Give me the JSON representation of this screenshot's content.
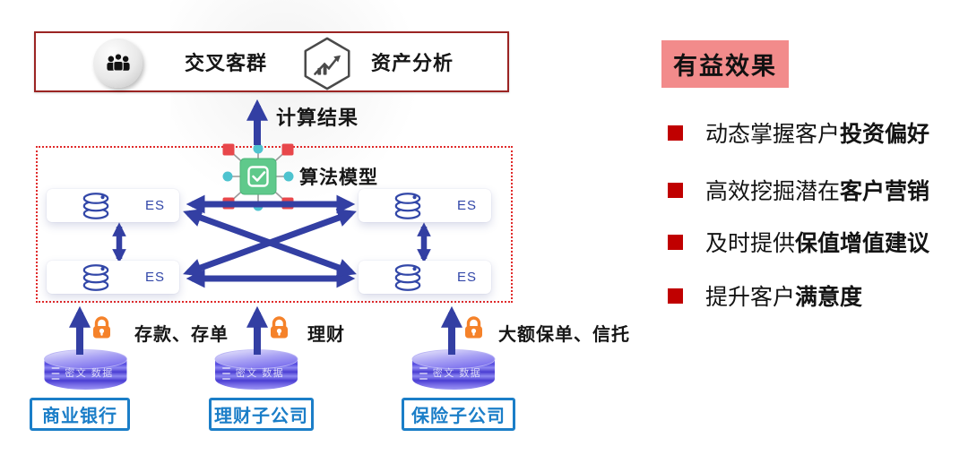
{
  "output_panel": {
    "items": [
      {
        "icon": "people-icon",
        "label": "交叉客群"
      },
      {
        "icon": "trend-hexagon-icon",
        "label": "资产分析"
      }
    ]
  },
  "result_arrow_label": "计算结果",
  "compute_box": {
    "model_label": "算法模型",
    "model_icon": "algorithm-model-icon",
    "es_nodes": [
      "ES",
      "ES",
      "ES",
      "ES"
    ],
    "es_icon": "database-icon"
  },
  "sources": [
    {
      "lock_icon": "lock-icon",
      "data_label": "存款、存单",
      "cylinder_text": "密文 数据",
      "org": "商业银行"
    },
    {
      "lock_icon": "lock-icon",
      "data_label": "理财",
      "cylinder_text": "密文 数据",
      "org": "理财子公司"
    },
    {
      "lock_icon": "lock-icon",
      "data_label": "大额保单、信托",
      "cylinder_text": "密文 数据",
      "org": "保险子公司"
    }
  ],
  "benefits": {
    "title": "有益效果",
    "items": [
      {
        "normal": "动态掌握客户",
        "bold": "投资偏好"
      },
      {
        "normal": "高效挖掘潜在",
        "bold": "客户营销"
      },
      {
        "normal": "及时提供",
        "bold": "保值增值建议"
      },
      {
        "normal": "提升客户",
        "bold": "满意度"
      }
    ]
  },
  "colors": {
    "arrow_blue": "#333FA3",
    "output_box_border": "#9B2423",
    "dashed_border_red": "#E02A2A",
    "lock_orange": "#F5822A",
    "es_blue": "#3247A8",
    "org_label_blue": "#1B7EC8",
    "benefit_title_pink": "#F28B8B",
    "bullet_red": "#C00000",
    "model_green": "#5FC98B",
    "cylinder_purple": "#5A4FE0"
  }
}
